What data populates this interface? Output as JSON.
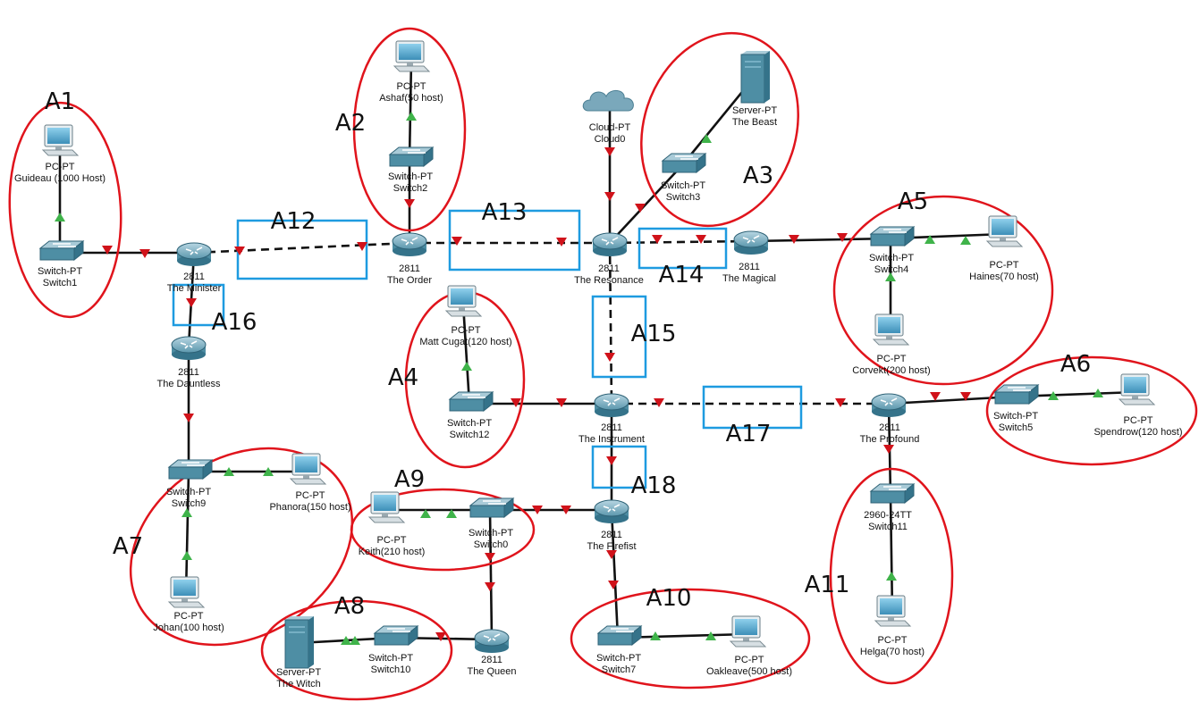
{
  "colors": {
    "link": "#111111",
    "area_circle": "#e0141c",
    "area_box": "#1e9be0",
    "down_arrow": "#d0121a",
    "up_arrow": "#3fb34a",
    "device_body": "#4e8ea4"
  },
  "devices": [
    {
      "id": "pc-guideau",
      "kind": "pc",
      "type": "PC-PT",
      "name": "Guideau (1000 Host)"
    },
    {
      "id": "switch1",
      "kind": "switch",
      "type": "Switch-PT",
      "name": "Switch1"
    },
    {
      "id": "r-minister",
      "kind": "router",
      "type": "2811",
      "name": "The Minister"
    },
    {
      "id": "r-dauntless",
      "kind": "router",
      "type": "2811",
      "name": "The Dauntless"
    },
    {
      "id": "switch9",
      "kind": "switch",
      "type": "Switch-PT",
      "name": "Switch9"
    },
    {
      "id": "pc-phanora",
      "kind": "pc",
      "type": "PC-PT",
      "name": "Phanora(150 host)"
    },
    {
      "id": "pc-johan",
      "kind": "pc",
      "type": "PC-PT",
      "name": "Johan(100 host)"
    },
    {
      "id": "pc-ashaf",
      "kind": "pc",
      "type": "PC-PT",
      "name": "Ashaf(50 host)"
    },
    {
      "id": "switch2",
      "kind": "switch",
      "type": "Switch-PT",
      "name": "Switch2"
    },
    {
      "id": "r-order",
      "kind": "router",
      "type": "2811",
      "name": "The Order"
    },
    {
      "id": "cloud0",
      "kind": "cloud",
      "type": "Cloud-PT",
      "name": "Cloud0"
    },
    {
      "id": "r-resonance",
      "kind": "router",
      "type": "2811",
      "name": "The Resonance"
    },
    {
      "id": "srv-beast",
      "kind": "server",
      "type": "Server-PT",
      "name": "The Beast"
    },
    {
      "id": "switch3",
      "kind": "switch",
      "type": "Switch-PT",
      "name": "Switch3"
    },
    {
      "id": "r-magical",
      "kind": "router",
      "type": "2811",
      "name": "The Magical"
    },
    {
      "id": "switch4",
      "kind": "switch",
      "type": "Switch-PT",
      "name": "Switch4"
    },
    {
      "id": "pc-haines",
      "kind": "pc",
      "type": "PC-PT",
      "name": "Haines(70 host)"
    },
    {
      "id": "pc-corvekt",
      "kind": "pc",
      "type": "PC-PT",
      "name": "Corvekt(200 host)"
    },
    {
      "id": "pc-mattcugat",
      "kind": "pc",
      "type": "PC-PT",
      "name": "Matt Cugat(120 host)"
    },
    {
      "id": "switch12",
      "kind": "switch",
      "type": "Switch-PT",
      "name": "Switch12"
    },
    {
      "id": "r-instrument",
      "kind": "router",
      "type": "2811",
      "name": "The Instrument"
    },
    {
      "id": "r-profound",
      "kind": "router",
      "type": "2811",
      "name": "The Profound"
    },
    {
      "id": "switch5",
      "kind": "switch",
      "type": "Switch-PT",
      "name": "Switch5"
    },
    {
      "id": "pc-spendrow",
      "kind": "pc",
      "type": "PC-PT",
      "name": "Spendrow(120 host)"
    },
    {
      "id": "switch11",
      "kind": "switch",
      "type": "2960-24TT",
      "name": "Switch11"
    },
    {
      "id": "pc-helga",
      "kind": "pc",
      "type": "PC-PT",
      "name": "Helga(70 host)"
    },
    {
      "id": "r-firefist",
      "kind": "router",
      "type": "2811",
      "name": "The Firefist"
    },
    {
      "id": "switch0",
      "kind": "switch",
      "type": "Switch-PT",
      "name": "Switch0"
    },
    {
      "id": "pc-keith",
      "kind": "pc",
      "type": "PC-PT",
      "name": "Keith(210 host)"
    },
    {
      "id": "r-queen",
      "kind": "router",
      "type": "2811",
      "name": "The Queen"
    },
    {
      "id": "switch10",
      "kind": "switch",
      "type": "Switch-PT",
      "name": "Switch10"
    },
    {
      "id": "srv-witch",
      "kind": "server",
      "type": "Server-PT",
      "name": "The Witch"
    },
    {
      "id": "switch7",
      "kind": "switch",
      "type": "Switch-PT",
      "name": "Switch7"
    },
    {
      "id": "pc-oakleave",
      "kind": "pc",
      "type": "PC-PT",
      "name": "Oakleave(500 host)"
    }
  ],
  "links": [
    {
      "from": "pc-guideau",
      "to": "switch1",
      "style": "solid"
    },
    {
      "from": "switch1",
      "to": "r-minister",
      "style": "solid"
    },
    {
      "from": "r-minister",
      "to": "r-order",
      "style": "dashed"
    },
    {
      "from": "r-order",
      "to": "r-resonance",
      "style": "dashed"
    },
    {
      "from": "r-resonance",
      "to": "r-magical",
      "style": "dashed"
    },
    {
      "from": "r-magical",
      "to": "switch4",
      "style": "solid"
    },
    {
      "from": "switch4",
      "to": "pc-haines",
      "style": "solid"
    },
    {
      "from": "switch4",
      "to": "pc-corvekt",
      "style": "solid"
    },
    {
      "from": "pc-ashaf",
      "to": "switch2",
      "style": "solid"
    },
    {
      "from": "switch2",
      "to": "r-order",
      "style": "solid"
    },
    {
      "from": "cloud0",
      "to": "r-resonance",
      "style": "solid"
    },
    {
      "from": "srv-beast",
      "to": "switch3",
      "style": "solid"
    },
    {
      "from": "switch3",
      "to": "r-resonance",
      "style": "solid"
    },
    {
      "from": "r-resonance",
      "to": "r-instrument",
      "style": "dashed"
    },
    {
      "from": "r-minister",
      "to": "r-dauntless",
      "style": "solid"
    },
    {
      "from": "r-dauntless",
      "to": "switch9",
      "style": "solid"
    },
    {
      "from": "switch9",
      "to": "pc-phanora",
      "style": "solid"
    },
    {
      "from": "switch9",
      "to": "pc-johan",
      "style": "solid"
    },
    {
      "from": "pc-mattcugat",
      "to": "switch12",
      "style": "solid"
    },
    {
      "from": "switch12",
      "to": "r-instrument",
      "style": "solid"
    },
    {
      "from": "r-instrument",
      "to": "r-profound",
      "style": "dashed"
    },
    {
      "from": "r-profound",
      "to": "switch5",
      "style": "solid"
    },
    {
      "from": "switch5",
      "to": "pc-spendrow",
      "style": "solid"
    },
    {
      "from": "r-profound",
      "to": "switch11",
      "style": "solid"
    },
    {
      "from": "switch11",
      "to": "pc-helga",
      "style": "solid"
    },
    {
      "from": "r-instrument",
      "to": "r-firefist",
      "style": "solid"
    },
    {
      "from": "r-firefist",
      "to": "switch0",
      "style": "solid"
    },
    {
      "from": "switch0",
      "to": "pc-keith",
      "style": "solid"
    },
    {
      "from": "switch0",
      "to": "r-queen",
      "style": "solid"
    },
    {
      "from": "r-queen",
      "to": "switch10",
      "style": "solid"
    },
    {
      "from": "switch10",
      "to": "srv-witch",
      "style": "solid"
    },
    {
      "from": "r-firefist",
      "to": "switch7",
      "style": "solid"
    },
    {
      "from": "switch7",
      "to": "pc-oakleave",
      "style": "solid"
    }
  ],
  "areas": [
    "A1",
    "A2",
    "A3",
    "A4",
    "A5",
    "A6",
    "A7",
    "A8",
    "A9",
    "A10",
    "A11",
    "A12",
    "A13",
    "A14",
    "A15",
    "A16",
    "A17",
    "A18"
  ]
}
